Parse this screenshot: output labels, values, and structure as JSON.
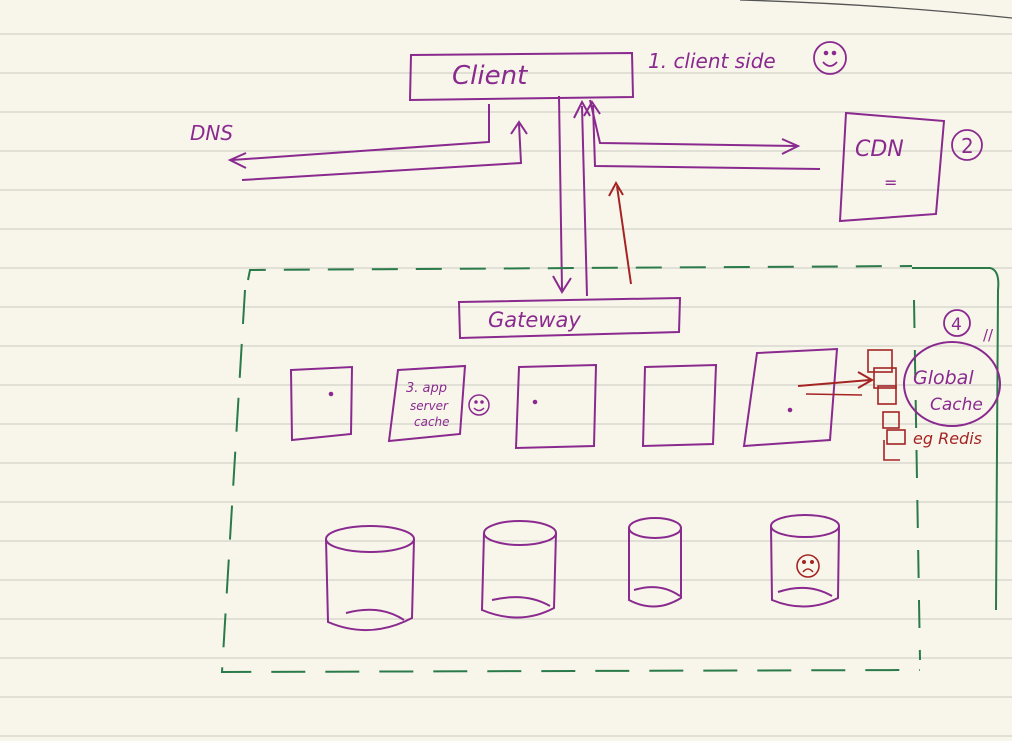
{
  "colors": {
    "paper": "#f8f6ea",
    "rule": "#c9c9c2",
    "ink_purple": "#8a2a8f",
    "ink_green": "#2a7a4a",
    "ink_red": "#a42424"
  },
  "labels": {
    "client": "Client",
    "client_note": "1. client side",
    "dns": "DNS",
    "cdn": "CDN",
    "cdn_number": "2",
    "cdn_mark": "=",
    "gateway": "Gateway",
    "app_server_line1": "3. app",
    "app_server_line2": "server",
    "app_server_line3": "cache",
    "global_cache_line1": "Global",
    "global_cache_line2": "Cache",
    "global_cache_note": "eg Redis",
    "global_cache_number": "4",
    "global_cache_mark": "//"
  },
  "icons": {
    "client_side_face": "smiley-icon",
    "app_server_face": "smiley-icon",
    "database_face": "sad-face-icon"
  }
}
